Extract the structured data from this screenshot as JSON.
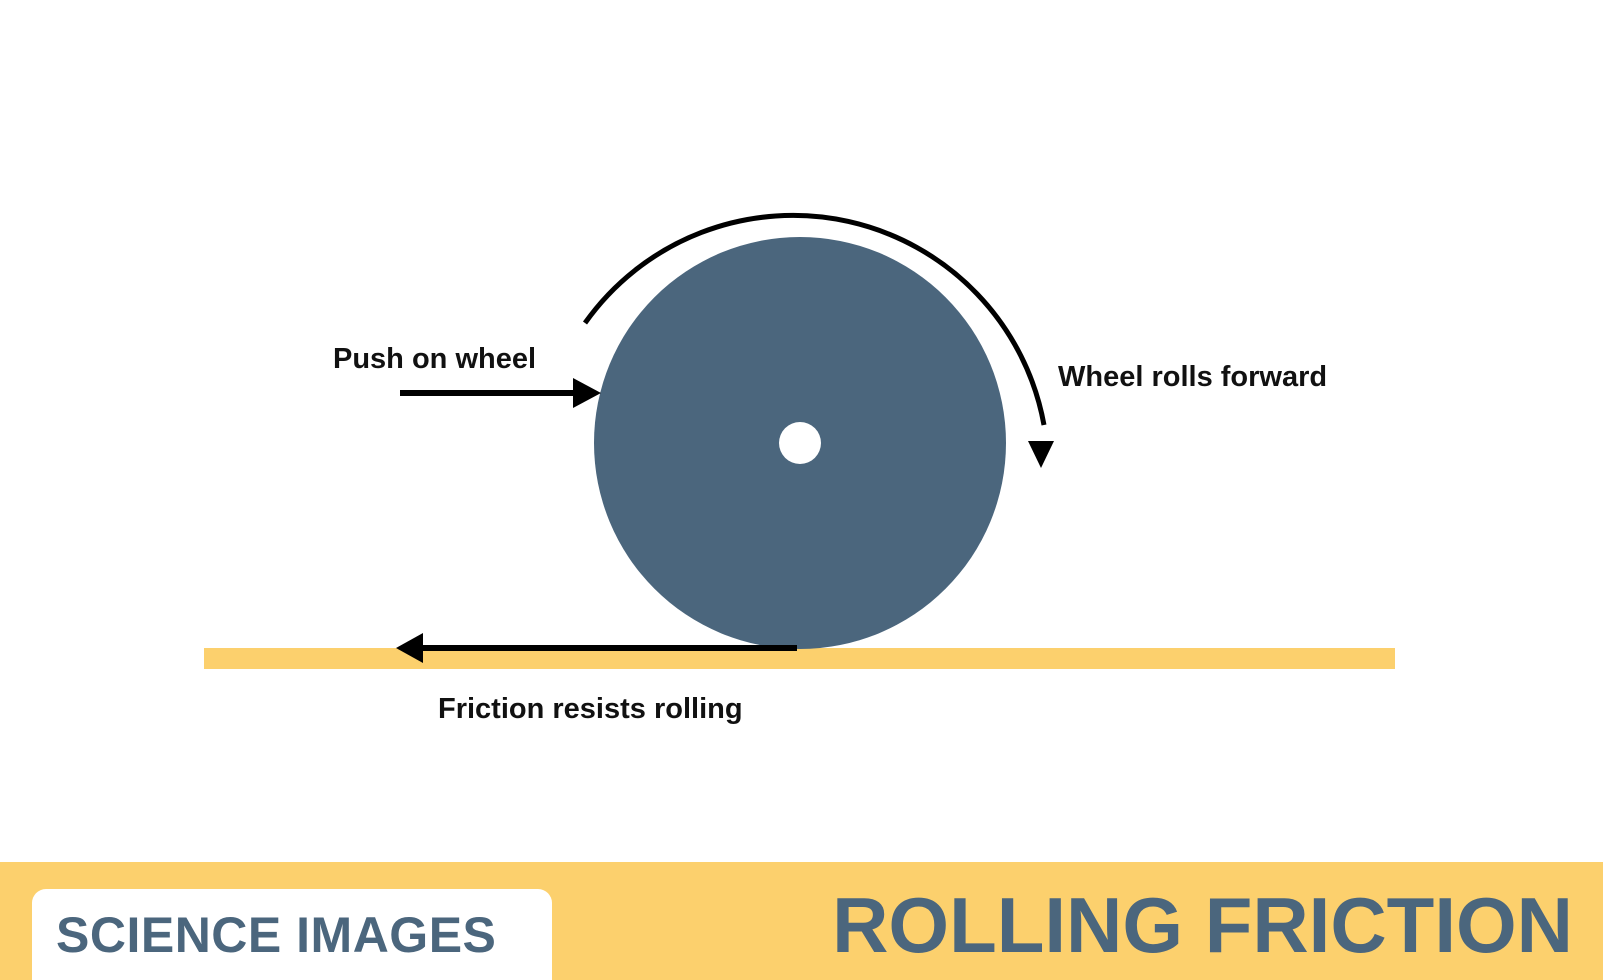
{
  "diagram": {
    "labels": {
      "push": "Push on wheel",
      "rolls": "Wheel rolls forward",
      "friction": "Friction resists rolling"
    }
  },
  "footer": {
    "brand": "SCIENCE IMAGES",
    "title": "ROLLING FRICTION"
  },
  "colors": {
    "wheel": "#4b667d",
    "ground": "#fcd06d",
    "arrow": "#000000",
    "footer_band": "#fcd06d",
    "footer_text": "#4b667d"
  }
}
